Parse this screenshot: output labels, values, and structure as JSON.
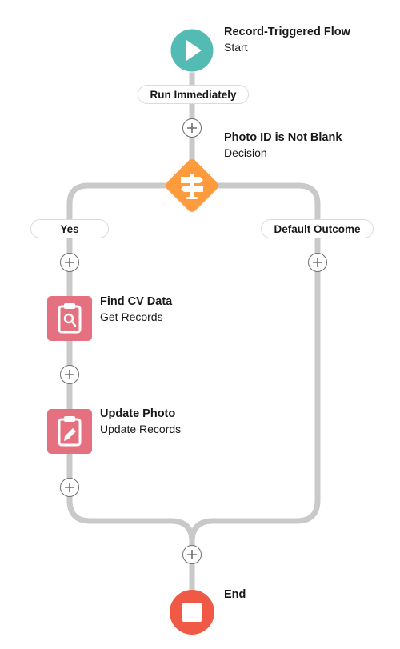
{
  "flow": {
    "start": {
      "title": "Record-Triggered Flow",
      "subtitle": "Start",
      "icon": "play-icon",
      "color": "#54bbb4"
    },
    "run_label": "Run Immediately",
    "decision": {
      "title": "Photo ID is Not Blank",
      "subtitle": "Decision",
      "icon": "signpost-icon",
      "color": "#fe9b3d"
    },
    "outcomes": {
      "yes": "Yes",
      "default": "Default Outcome"
    },
    "get_records": {
      "title": "Find CV Data",
      "subtitle": "Get Records",
      "icon": "search-clipboard-icon",
      "color": "#e5707f"
    },
    "update_records": {
      "title": "Update Photo",
      "subtitle": "Update Records",
      "icon": "edit-clipboard-icon",
      "color": "#e5707f"
    },
    "end": {
      "title": "End",
      "icon": "stop-icon",
      "color": "#ef5945"
    },
    "connector_color": "#c9c9c9"
  }
}
